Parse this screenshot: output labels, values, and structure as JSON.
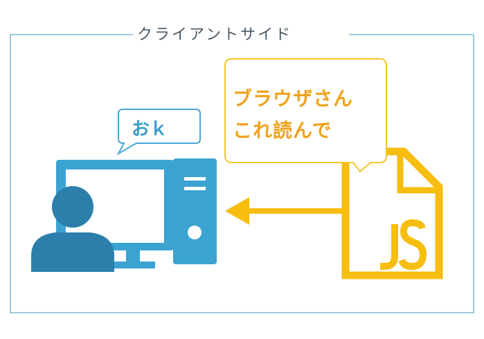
{
  "frame": {
    "title": "クライアントサイド"
  },
  "speech": {
    "user": "おｋ",
    "file_line1": "ブラウザさん",
    "file_line2": "これ読んで"
  },
  "file": {
    "label": "JS"
  },
  "colors": {
    "frame": "#9cc9dd",
    "computer": "#3aa3d1",
    "user": "#2c7fab",
    "js": "#f7bd0f",
    "bubble_blue": "#4aa6d6",
    "bubble_yellow": "#f5c62a",
    "text_orange": "#f0a21b"
  },
  "icons": [
    "person-icon",
    "monitor-icon",
    "pc-tower-icon",
    "js-file-icon",
    "arrow-left-icon"
  ]
}
